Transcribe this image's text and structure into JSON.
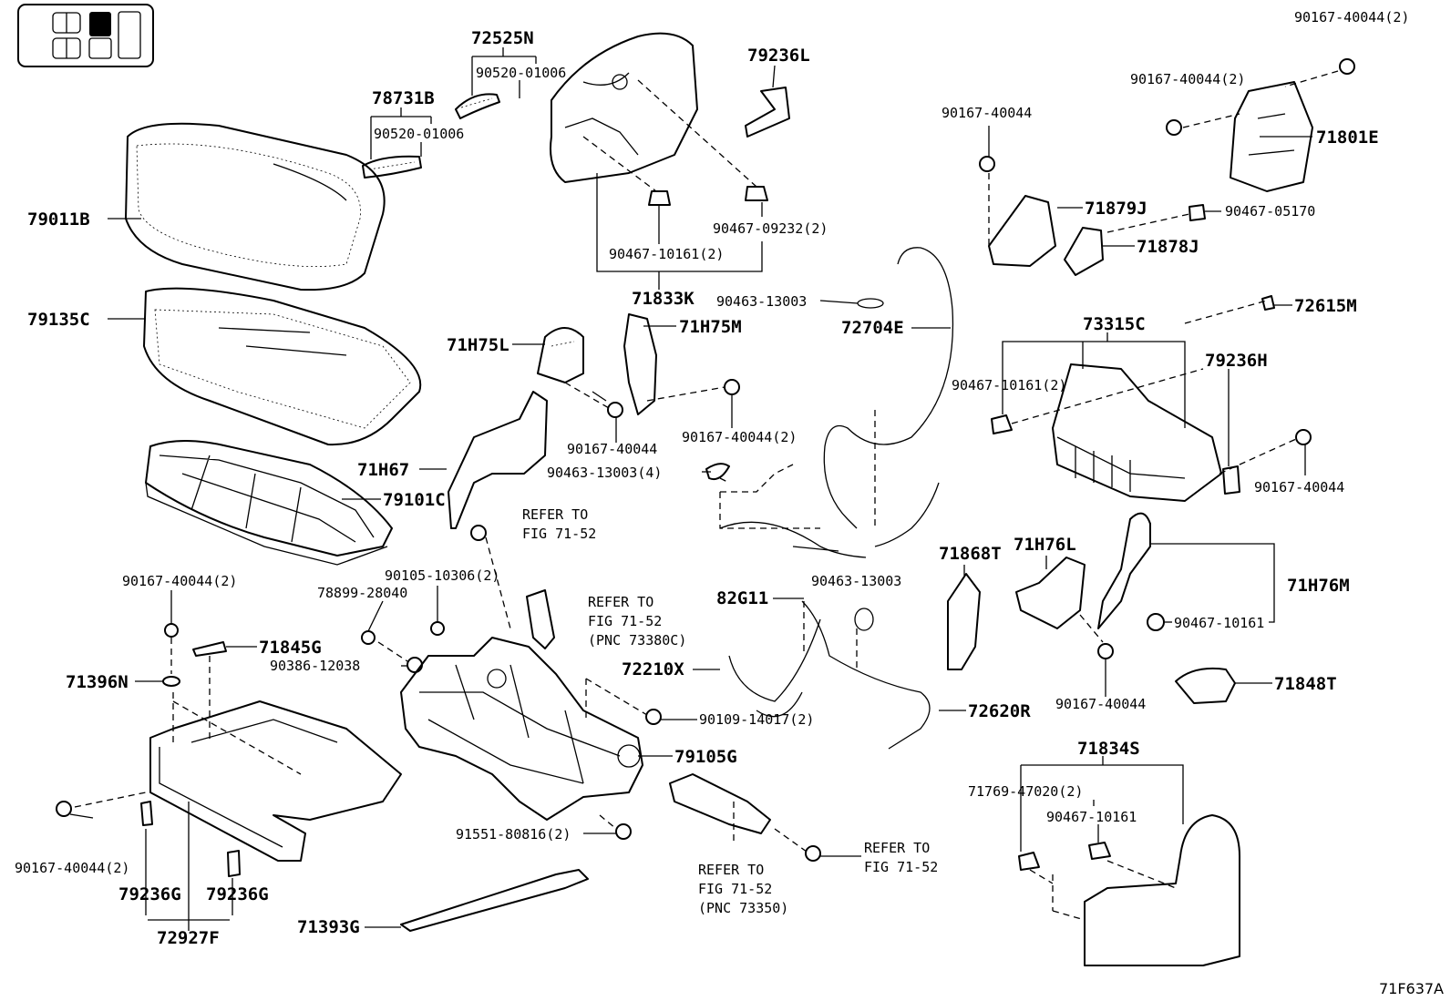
{
  "figure_code": "71F637A",
  "labels": {
    "p72525N": "72525N",
    "p90520a": "90520-01006",
    "p78731B": "78731B",
    "p90520b": "90520-01006",
    "p79011B": "79011B",
    "p79135C": "79135C",
    "p79101C": "79101C",
    "p79236L": "79236L",
    "p90467_09232": "90467-09232(2)",
    "p90467_10161a": "90467-10161(2)",
    "p71833K": "71833K",
    "p71H75L": "71H75L",
    "p71H75M": "71H75M",
    "p90167_40044a": "90167-40044",
    "p90167_40044b": "90167-40044(2)",
    "p90463_13003a": "90463-13003(4)",
    "p71H67": "71H67",
    "refer1a": "REFER TO",
    "refer1b": "FIG 71-52",
    "p90167_40044c": "90167-40044",
    "p90463_13003b": "90463-13003",
    "p72704E": "72704E",
    "p90167_40044top": "90167-40044(2)",
    "p90167_40044d": "90167-40044(2)",
    "p71801E": "71801E",
    "p71879J": "71879J",
    "p90467_05170": "90467-05170",
    "p71878J": "71878J",
    "p72615M": "72615M",
    "p73315C": "73315C",
    "p90467_10161b": "90467-10161(2)",
    "p79236H": "79236H",
    "p90167_40044e": "90167-40044",
    "p90167_40044f": "90167-40044(2)",
    "p71845G": "71845G",
    "p71396N": "71396N",
    "p78899": "78899-28040",
    "p90105": "90105-10306(2)",
    "p90386": "90386-12038",
    "refer2a": "REFER TO",
    "refer2b": "FIG 71-52",
    "refer2c": "(PNC 73380C)",
    "p82G11": "82G11",
    "p90463_13003c": "90463-13003",
    "p72210X": "72210X",
    "p90109": "90109-14017(2)",
    "p72620R": "72620R",
    "p71868T": "71868T",
    "p71H76L": "71H76L",
    "p71H76M": "71H76M",
    "p90467_10161c": "90467-10161",
    "p90167_40044g": "90167-40044",
    "p71848T": "71848T",
    "p79105G": "79105G",
    "p90167_40044h": "90167-40044(2)",
    "p91551": "91551-80816(2)",
    "refer3a": "REFER TO",
    "refer3b": "FIG 71-52",
    "refer3c": "(PNC 73350)",
    "refer4a": "REFER TO",
    "refer4b": "FIG 71-52",
    "p79236G_a": "79236G",
    "p79236G_b": "79236G",
    "p72927F": "72927F",
    "p71393G": "71393G",
    "p71834S": "71834S",
    "p71769": "71769-47020(2)",
    "p90467_10161d": "90467-10161"
  }
}
